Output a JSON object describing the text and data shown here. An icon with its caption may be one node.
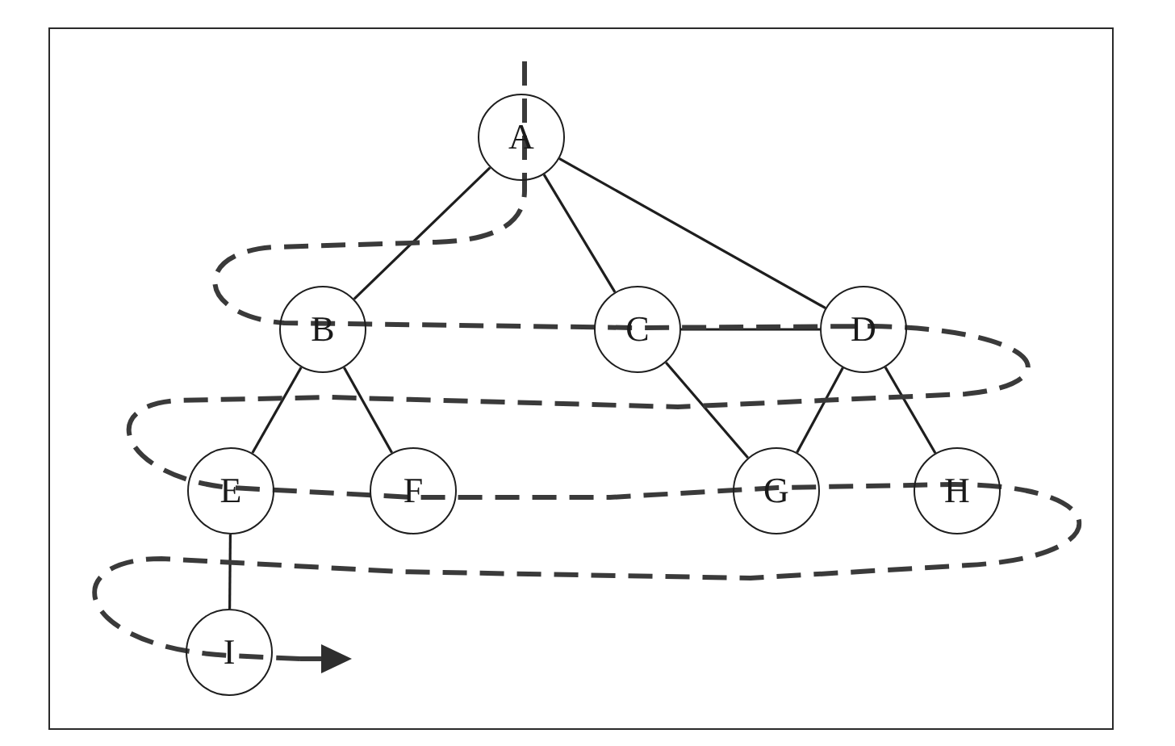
{
  "diagram": {
    "nodes": [
      {
        "text": [
          "A"
        ]
      },
      {
        "text": [
          "B"
        ]
      },
      {
        "text": [
          "C"
        ]
      },
      {
        "text": [
          "D"
        ]
      },
      {
        "text": [
          "E"
        ]
      },
      {
        "text": [
          "F"
        ]
      },
      {
        "text": [
          "G"
        ]
      },
      {
        "text": [
          "H"
        ]
      },
      {
        "text": [
          "I"
        ]
      }
    ],
    "edges": [
      {
        "from": 0,
        "to": 1,
        "arrow": "none"
      },
      {
        "from": 0,
        "to": 2,
        "arrow": "none"
      },
      {
        "from": 0,
        "to": 3,
        "arrow": "none"
      },
      {
        "from": 1,
        "to": 4,
        "arrow": "none"
      },
      {
        "from": 1,
        "to": 5,
        "arrow": "none"
      },
      {
        "from": 2,
        "to": 3,
        "arrow": "none"
      },
      {
        "from": 2,
        "to": 6,
        "arrow": "none"
      },
      {
        "from": 3,
        "to": 6,
        "arrow": "none"
      },
      {
        "from": 3,
        "to": 7,
        "arrow": "none"
      },
      {
        "from": 4,
        "to": 8,
        "arrow": "none"
      }
    ]
  }
}
